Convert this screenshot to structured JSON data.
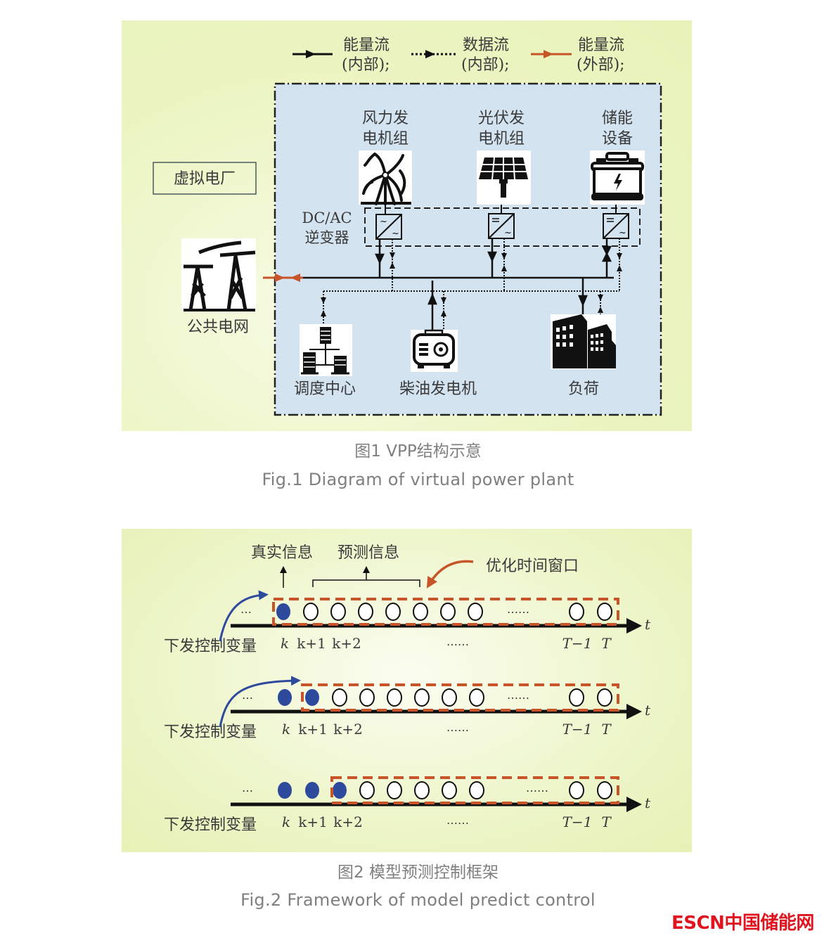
{
  "figure1": {
    "legend": [
      {
        "line1": "能量流",
        "line2": "(内部);",
        "style": "solid-black-arrow"
      },
      {
        "line1": "数据流",
        "line2": "(内部);",
        "style": "dotted-black-arrow"
      },
      {
        "line1": "能量流",
        "line2": "(外部);",
        "style": "solid-orange-arrow"
      }
    ],
    "vpp_label": "虚拟电厂",
    "grid_label": "公共电网",
    "inverter_label_line1": "DC/AC",
    "inverter_label_line2": "逆变器",
    "sources": [
      {
        "line1": "风力发",
        "line2": "电机组",
        "icon": "wind-turbine-icon"
      },
      {
        "line1": "光伏发",
        "line2": "电机组",
        "icon": "solar-panel-icon"
      },
      {
        "line1": "储能",
        "line2": "设备",
        "icon": "battery-icon"
      }
    ],
    "consumers": [
      {
        "label": "调度中心",
        "icon": "dispatch-center-icon"
      },
      {
        "label": "柴油发电机",
        "icon": "diesel-generator-icon"
      },
      {
        "label": "负荷",
        "icon": "buildings-icon"
      }
    ],
    "caption_cn": "图1  VPP结构示意",
    "caption_en": "Fig.1  Diagram of virtual power plant",
    "colors": {
      "inner_box": "#d3e3ef",
      "external_flow": "#c8552a",
      "background": "#e8f2b8"
    }
  },
  "figure2": {
    "label_real": "真实信息",
    "label_pred": "预测信息",
    "label_window": "优化时间窗口",
    "rows": [
      {
        "control_label": "下发控制变量",
        "filled_count": 1,
        "window_start_index": 0
      },
      {
        "control_label": "下发控制变量",
        "filled_count": 2,
        "window_start_index": 1
      },
      {
        "control_label": "下发控制变量",
        "filled_count": 3,
        "window_start_index": 2
      }
    ],
    "tick_k": "k",
    "tick_k1": "k+1",
    "tick_k2": "k+2",
    "tick_dots": "……",
    "tick_T1": "T−1",
    "tick_T": "T",
    "axis_label": "t",
    "leading_dots": "…",
    "mid_dots": "……",
    "caption_cn": "图2  模型预测控制框架",
    "caption_en": "Fig.2  Framework of model predict control",
    "colors": {
      "filled_point": "#2e4a9c",
      "window": "#c8552a",
      "axis": "#111111"
    }
  },
  "watermark": "ESCN中国储能网"
}
